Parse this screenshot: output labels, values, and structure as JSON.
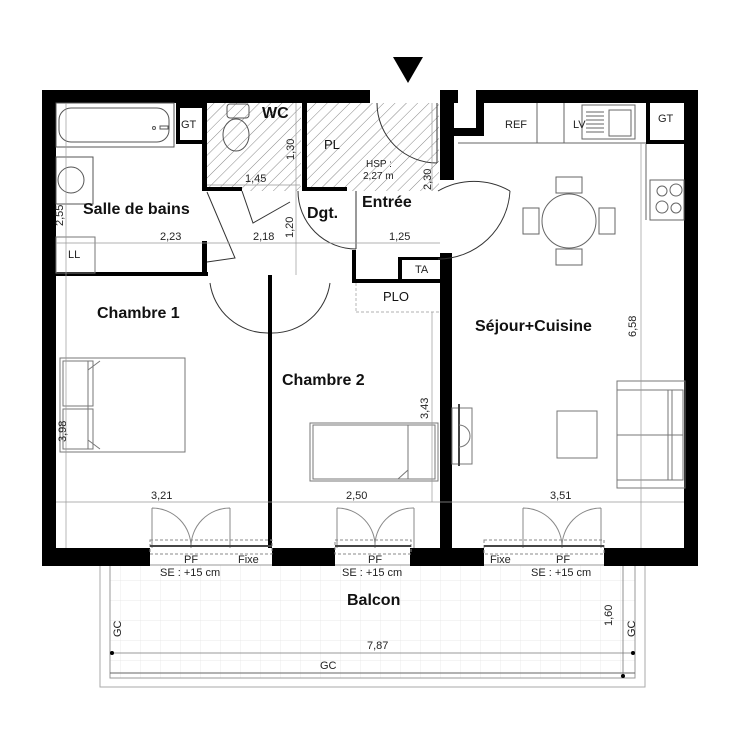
{
  "plan": {
    "entry_marker": "entry-arrow",
    "rooms": {
      "wc": "WC",
      "salle_de_bains": "Salle de bains",
      "dgt": "Dgt.",
      "entree": "Entrée",
      "chambre1": "Chambre 1",
      "chambre2": "Chambre 2",
      "sejour": "Séjour+Cuisine",
      "balcon": "Balcon"
    },
    "fixtures": {
      "gt_bath": "GT",
      "gt_kitchen": "GT",
      "ll": "LL",
      "pl": "PL",
      "plo": "PLO",
      "ta": "TA",
      "ref": "REF",
      "lv": "LV",
      "hsp_label": "HSP :",
      "hsp_value": "2,27 m"
    },
    "dimensions": {
      "wc_height": "1,30",
      "wc_width": "1,45",
      "bath_height": "2,55",
      "bath_width": "2,23",
      "corridor_width": "2,18",
      "corridor_height": "1,20",
      "entry_height": "2,30",
      "entry_width": "1,25",
      "chambre1_height": "3,98",
      "chambre1_width": "3,21",
      "chambre2_height": "3,43",
      "chambre2_width": "2,50",
      "sejour_height": "6,58",
      "sejour_width": "3,51",
      "balcon_height": "1,60",
      "balcon_width": "7,87"
    },
    "windows": {
      "ch1_pf": "PF",
      "ch1_fixe": "Fixe",
      "ch1_se": "SE : +15 cm",
      "ch2_pf": "PF",
      "ch2_se": "SE : +15 cm",
      "sej_fixe": "Fixe",
      "sej_pf": "PF",
      "sej_se": "SE : +15 cm"
    },
    "balcony_labels": {
      "gc_left": "GC",
      "gc_right": "GC",
      "gc_bottom": "GC"
    },
    "colors": {
      "wall": "#000000",
      "line": "#555555",
      "thin": "#999999",
      "hatch": "#777777",
      "background": "#ffffff"
    }
  }
}
